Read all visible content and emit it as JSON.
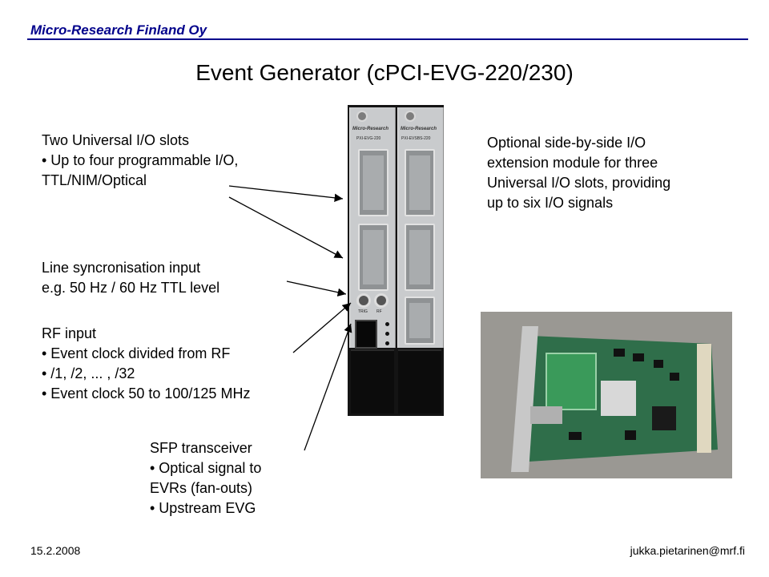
{
  "header": {
    "company": "Micro-Research Finland Oy",
    "title": "Event Generator (cPCI-EVG-220/230)"
  },
  "callouts": {
    "universal_io": {
      "heading": "Two Universal I/O slots",
      "line1": "• Up to four programmable I/O,",
      "line2": "TTL/NIM/Optical"
    },
    "line_sync": {
      "line1": "Line syncronisation input",
      "line2": "e.g. 50 Hz / 60 Hz TTL level"
    },
    "rf_input": {
      "heading": "RF input",
      "line1": "• Event clock divided from RF",
      "line2": "• /1, /2, ... , /32",
      "line3": "• Event clock 50 to 100/125 MHz"
    },
    "sfp": {
      "heading": "SFP transceiver",
      "line1": "• Optical signal to",
      "line2": "EVRs (fan-outs)",
      "line3": "• Upstream EVG"
    },
    "side_by_side": {
      "line1": "Optional side-by-side I/O",
      "line2": "extension module for three",
      "line3": "Universal I/O slots, providing",
      "line4": "up to six I/O signals"
    }
  },
  "panel": {
    "left_brand": "Micro-Research",
    "right_brand": "Micro-Research",
    "left_model": "PXI-EVG-220",
    "right_model": "PXI-EVSBS-220",
    "trig_label": "TRIG",
    "rf_label": "RF"
  },
  "footer": {
    "date": "15.2.2008",
    "email": "jukka.pietarinen@mrf.fi"
  },
  "colors": {
    "company": "#00008b",
    "rule": "#00008b",
    "text": "#000000"
  }
}
